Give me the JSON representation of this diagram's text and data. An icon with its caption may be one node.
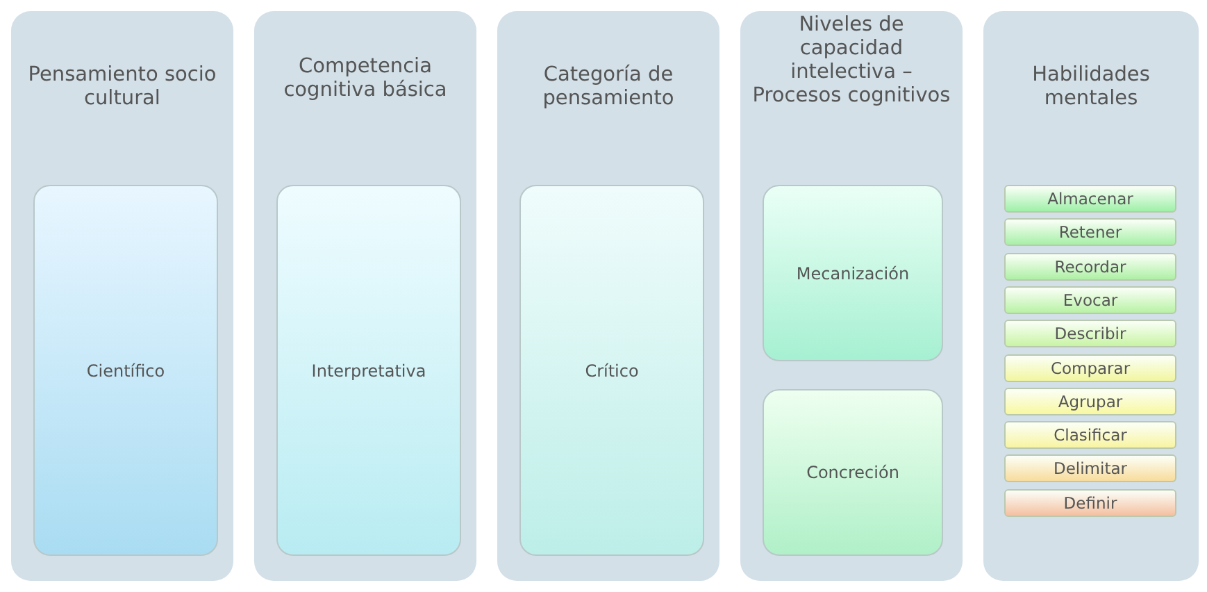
{
  "diagram": {
    "nodes": [
      {
        "text": [
          "Pensamiento socio cultural"
        ]
      },
      {
        "text": [
          "Científico"
        ],
        "in": 0
      },
      {
        "text": [
          "Competencia cognitiva básica"
        ]
      },
      {
        "text": [
          "Interpretativa"
        ],
        "in": 2
      },
      {
        "text": [
          "Categoría de pensamiento"
        ]
      },
      {
        "text": [
          "Crítico"
        ],
        "in": 4
      },
      {
        "text": [
          "Niveles de capacidad intelectiva – Procesos cognitivos"
        ]
      },
      {
        "text": [
          "Mecanización"
        ],
        "in": 6
      },
      {
        "text": [
          "Concreción"
        ],
        "in": 6
      },
      {
        "text": [
          "Habilidades mentales"
        ]
      },
      {
        "text": [
          "Almacenar"
        ],
        "in": 9
      },
      {
        "text": [
          "Retener"
        ],
        "in": 9
      },
      {
        "text": [
          "Recordar"
        ],
        "in": 9
      },
      {
        "text": [
          "Evocar"
        ],
        "in": 9
      },
      {
        "text": [
          "Describir"
        ],
        "in": 9
      },
      {
        "text": [
          "Comparar"
        ],
        "in": 9
      },
      {
        "text": [
          "Agrupar"
        ],
        "in": 9
      },
      {
        "text": [
          "Clasificar"
        ],
        "in": 9
      },
      {
        "text": [
          "Delimitar"
        ],
        "in": 9
      },
      {
        "text": [
          "Definir"
        ],
        "in": 9
      }
    ]
  }
}
